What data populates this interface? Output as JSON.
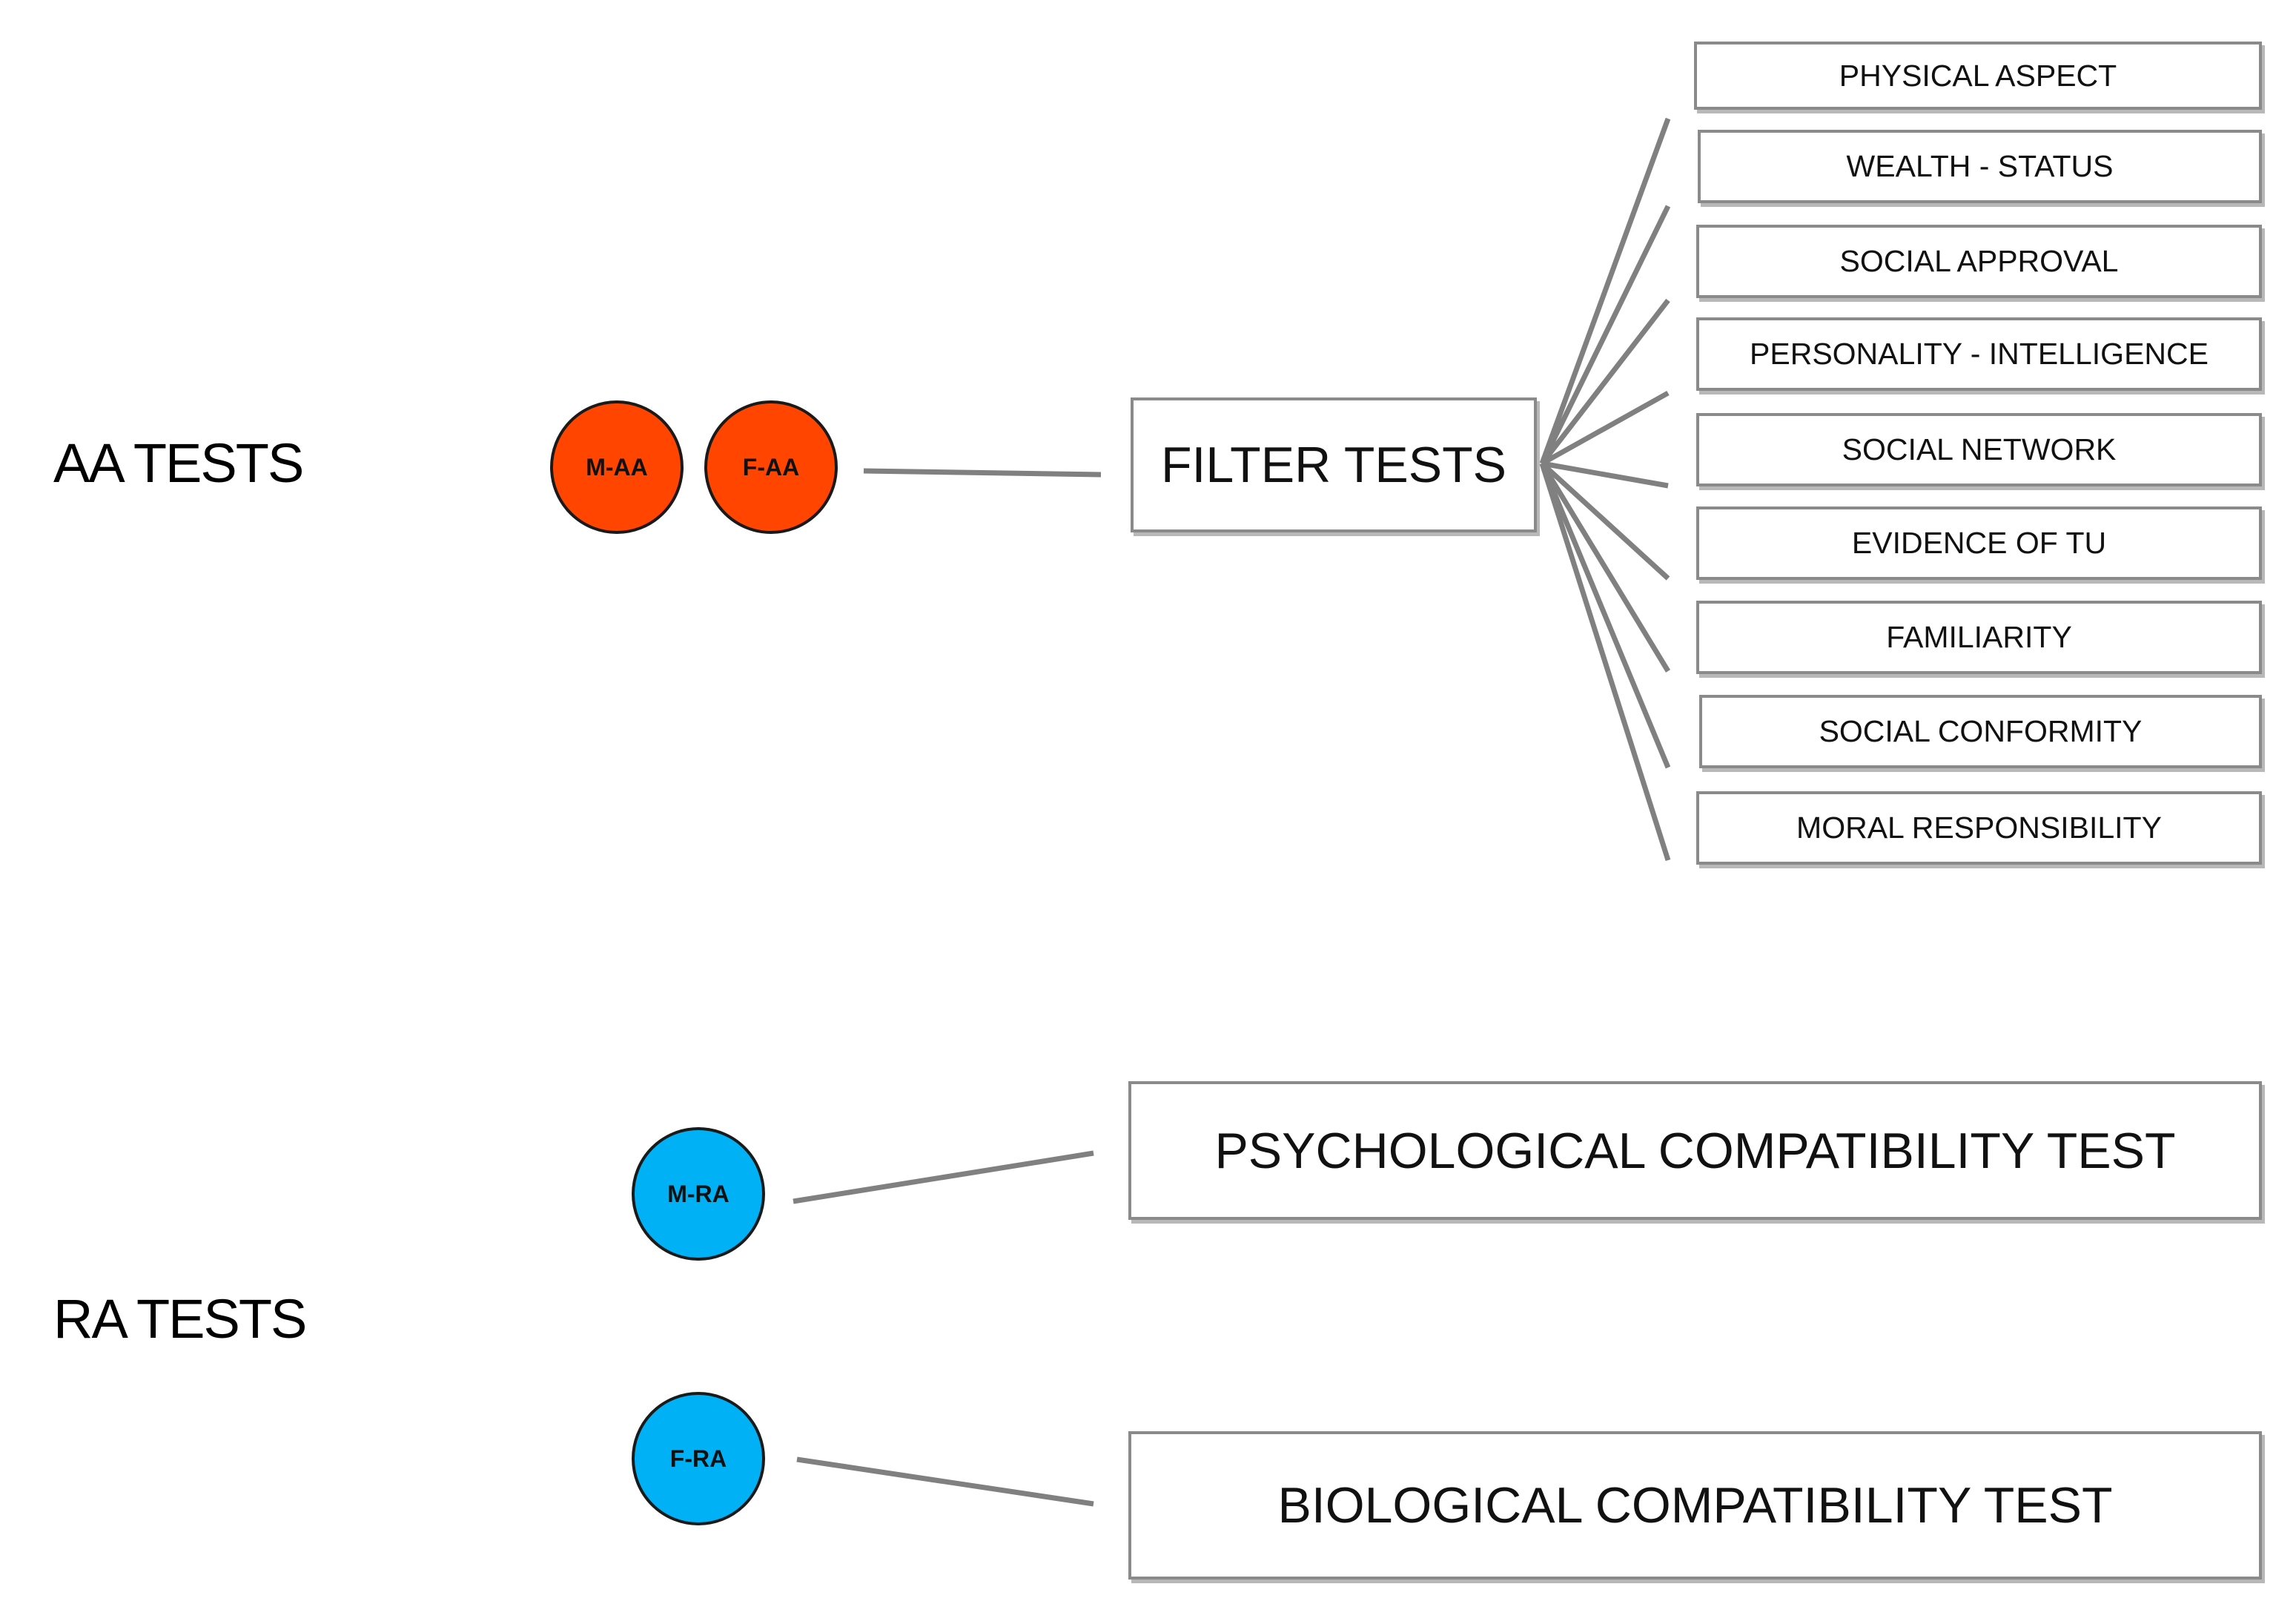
{
  "aa_group": {
    "label": "AA TESTS",
    "nodes": [
      {
        "label": "M-AA"
      },
      {
        "label": "F-AA"
      }
    ],
    "filter_label": "FILTER TESTS",
    "subtests": [
      "PHYSICAL ASPECT",
      "WEALTH - STATUS",
      "SOCIAL APPROVAL",
      "PERSONALITY - INTELLIGENCE",
      "SOCIAL NETWORK",
      "EVIDENCE OF TU",
      "FAMILIARITY",
      "SOCIAL CONFORMITY",
      "MORAL RESPONSIBILITY"
    ]
  },
  "ra_group": {
    "label": "RA TESTS",
    "nodes": [
      {
        "label": "M-RA",
        "target": "PSYCHOLOGICAL COMPATIBILITY TEST"
      },
      {
        "label": "F-RA",
        "target": "BIOLOGICAL COMPATIBILITY TEST"
      }
    ]
  },
  "colors": {
    "aa_node": "#ff4500",
    "ra_node": "#00b2f5",
    "connector": "#808080",
    "box_border": "#8a8a8a"
  }
}
